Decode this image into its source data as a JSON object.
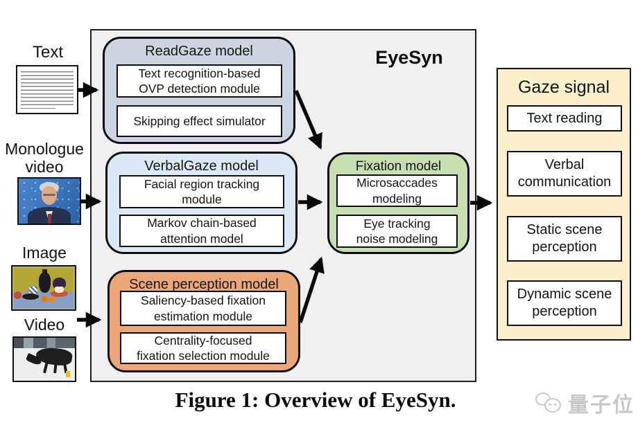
{
  "system": {
    "label": "EyeSyn"
  },
  "inputs": [
    {
      "label": "Text"
    },
    {
      "label": "Monologue\nvideo"
    },
    {
      "label": "Image"
    },
    {
      "label": "Video"
    }
  ],
  "models": {
    "readgaze": {
      "title": "ReadGaze model",
      "fill": "#cdd4e1",
      "modules": [
        "Text recognition-based\nOVP detection module",
        "Skipping effect simulator"
      ]
    },
    "verbalgaze": {
      "title": "VerbalGaze model",
      "fill": "#dbe8f6",
      "modules": [
        "Facial region tracking\nmodule",
        "Markov chain-based\nattention model"
      ]
    },
    "scene": {
      "title": "Scene perception model",
      "fill": "#eba778",
      "modules": [
        "Saliency-based fixation\nestimation module",
        "Centrality-focused\nfixation selection module"
      ]
    },
    "fixation": {
      "title": "Fixation model",
      "fill": "#c5dfb0",
      "modules": [
        "Microsaccades\nmodeling",
        "Eye tracking\nnoise modeling"
      ]
    }
  },
  "output": {
    "title": "Gaze signal",
    "fill": "#fcefcb",
    "items": [
      "Text reading",
      "Verbal\ncommunication",
      "Static scene\nperception",
      "Dynamic scene\nperception"
    ]
  },
  "caption": "Figure 1: Overview of EyeSyn.",
  "watermark": {
    "text": "量子位"
  }
}
